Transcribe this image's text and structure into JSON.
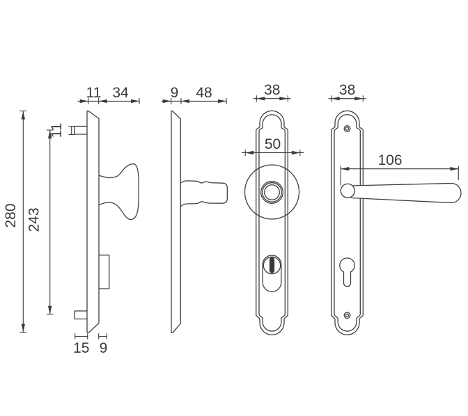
{
  "drawing": {
    "type": "technical-dimension-drawing",
    "subject": "door security handle plate set (knob plate and lever plate, side and front views)",
    "line_color": "#3f3f3f",
    "background": "#ffffff",
    "dims": {
      "plate1_thickness": "11",
      "knob_projection": "34",
      "plate2_thickness": "9",
      "handle_projection": "48",
      "plate_width_knob_view": "38",
      "plate_width_lever_view": "38",
      "rose_diameter": "50",
      "handle_length": "106",
      "plate_height": "280",
      "fixing_distance": "243",
      "top_tab_height": "11",
      "bottom_tab_length": "15",
      "bottom_tab_thickness": "9"
    }
  }
}
